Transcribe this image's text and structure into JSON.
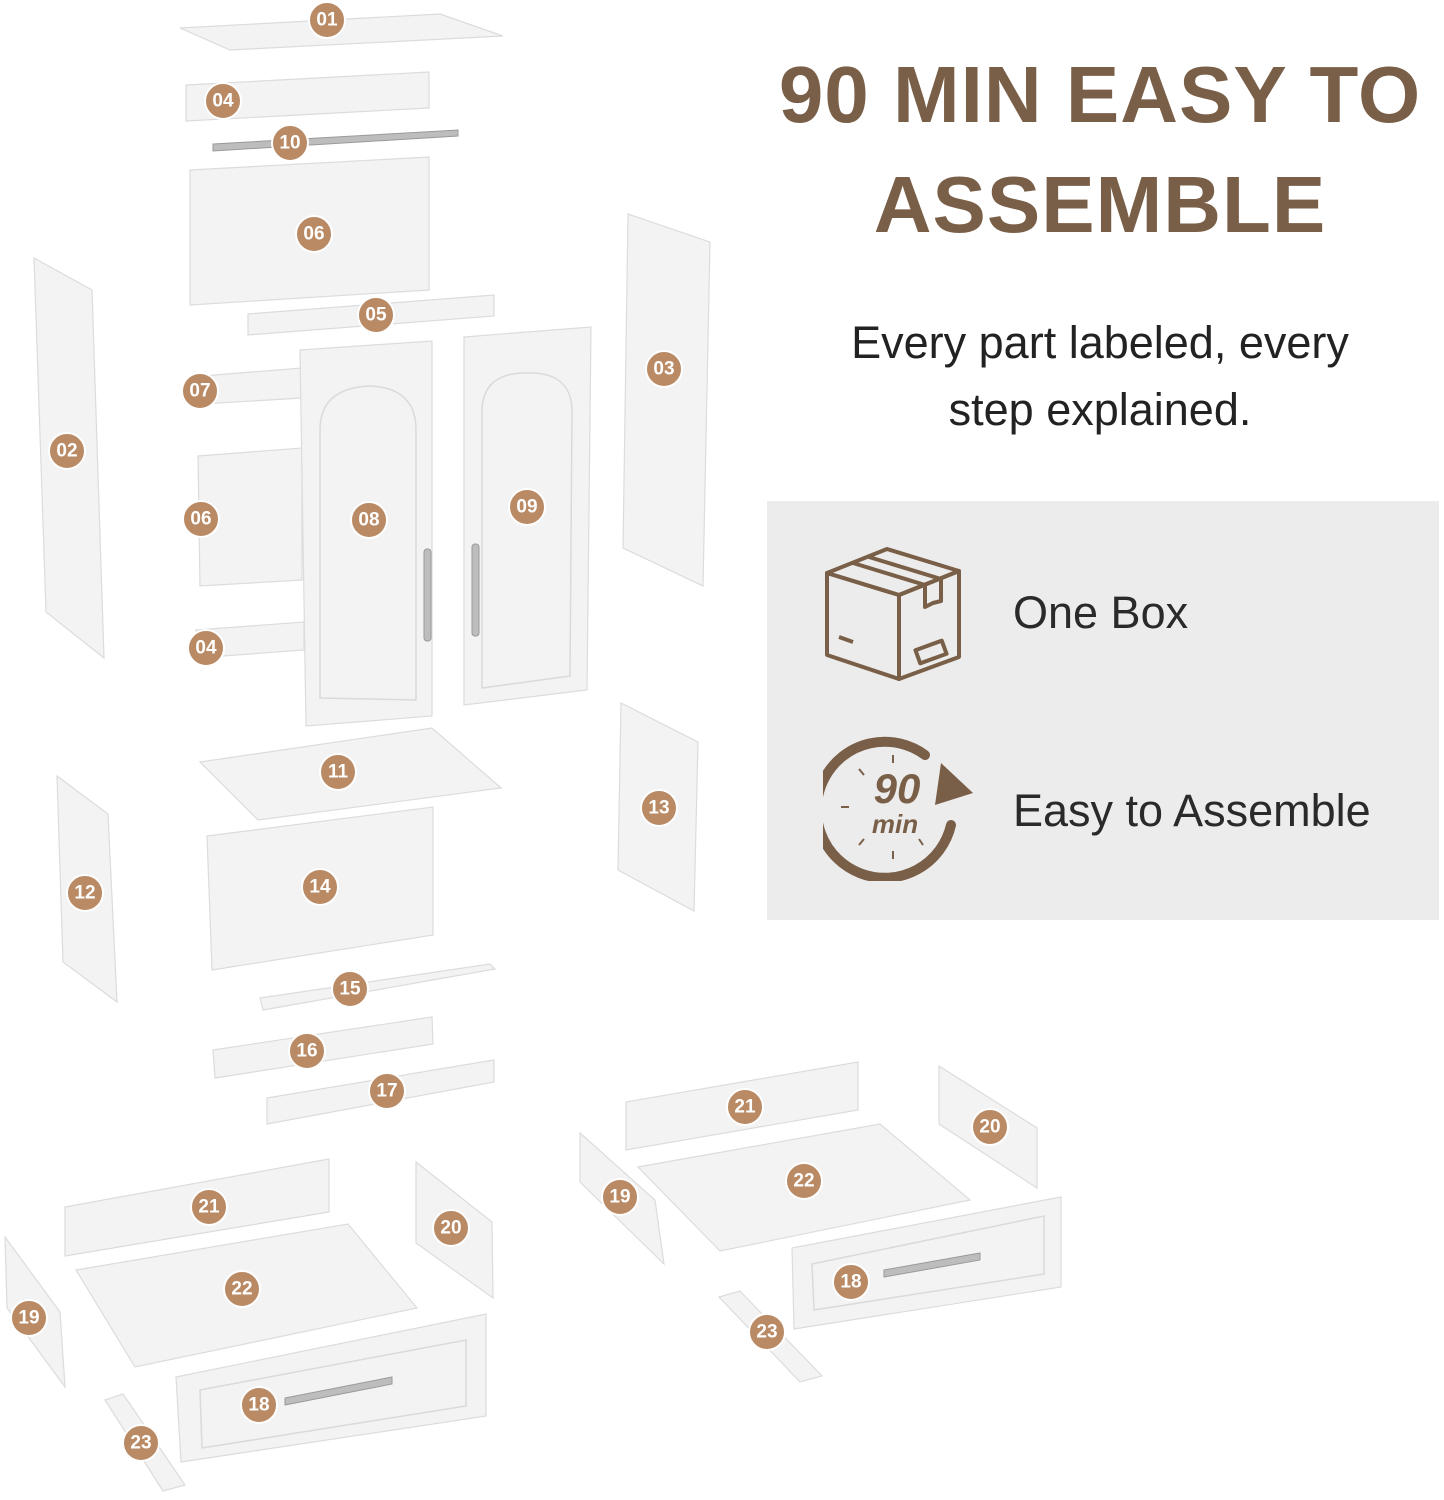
{
  "headline": {
    "line1": "90 MIN EASY TO",
    "line2": "ASSEMBLE"
  },
  "subtitle": {
    "line1": "Every part labeled, every",
    "line2": "step explained."
  },
  "features": [
    {
      "icon": "box-icon",
      "label": "One Box"
    },
    {
      "icon": "timer-90-min-icon",
      "label": "Easy to Assemble",
      "icon_text_num": "90",
      "icon_text_unit": "min"
    }
  ],
  "parts": [
    "01",
    "02",
    "03",
    "04",
    "05",
    "06",
    "07",
    "08",
    "09",
    "10",
    "11",
    "12",
    "13",
    "14",
    "15",
    "16",
    "17",
    "18",
    "19",
    "20",
    "21",
    "22",
    "23"
  ],
  "colors": {
    "accent": "#b98a64",
    "headline": "#7a5f48",
    "panel": "#ececec",
    "icon": "#7a5f48"
  }
}
